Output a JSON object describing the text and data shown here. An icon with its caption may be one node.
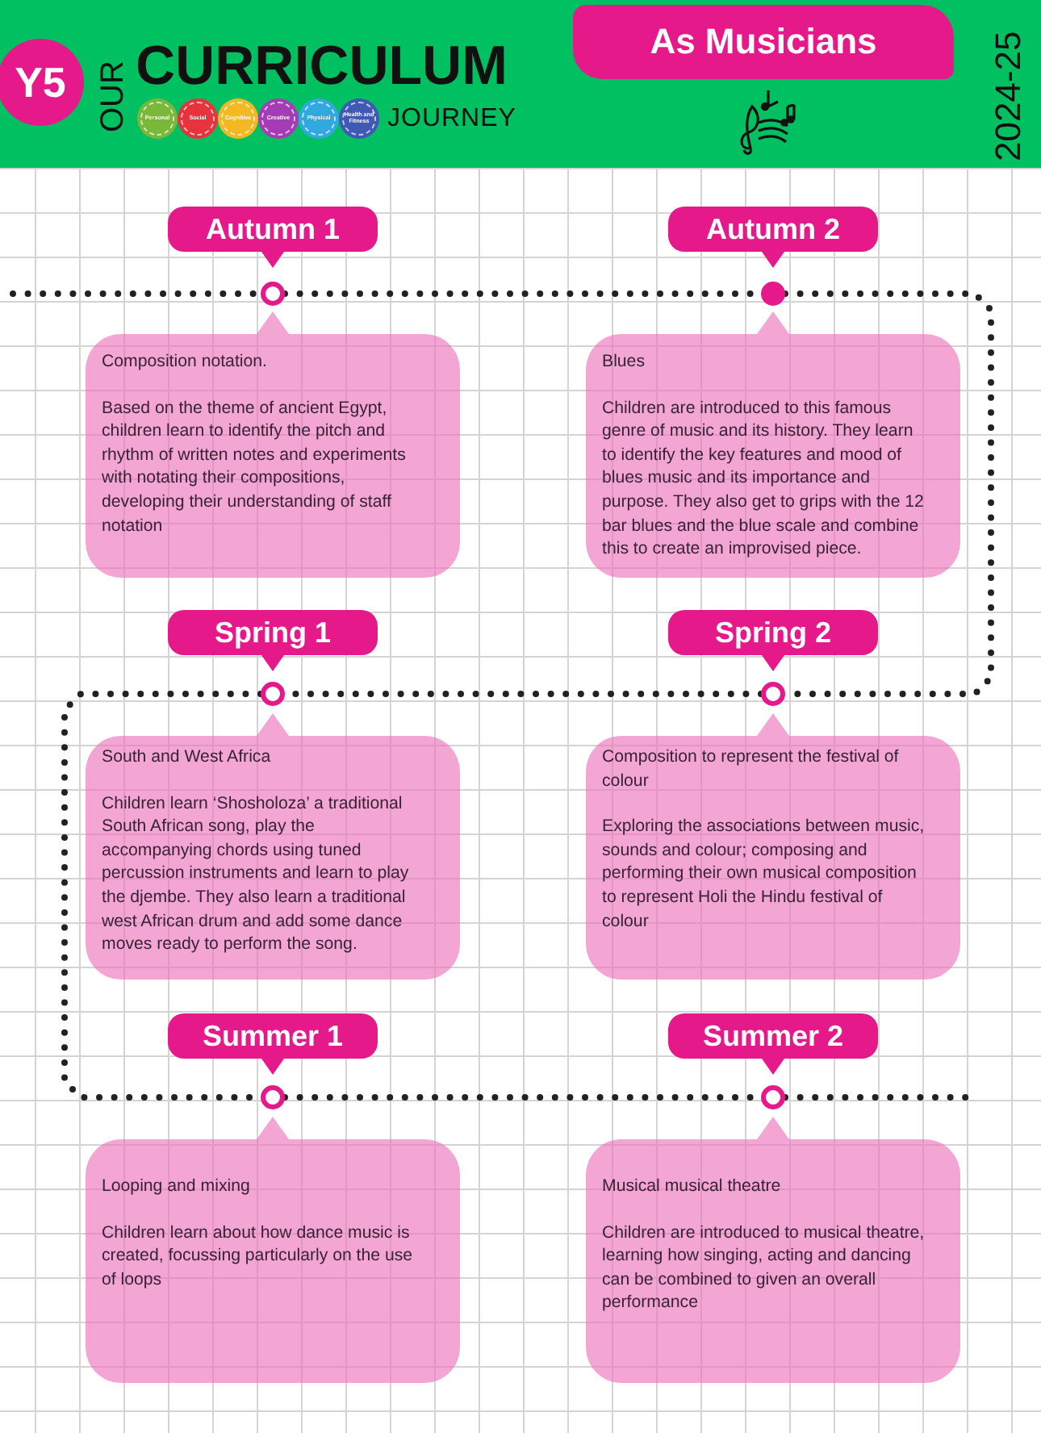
{
  "diagram": {
    "nodes": [
      {
        "text": [
          "Y5"
        ]
      },
      {
        "text": [
          "Personal"
        ]
      },
      {
        "text": [
          "Social"
        ]
      },
      {
        "text": [
          "Cognitive"
        ]
      },
      {
        "text": [
          "Creative"
        ]
      },
      {
        "text": [
          "Physical"
        ]
      },
      {
        "text": [
          "Health and Fitness"
        ]
      },
      {
        "text": [
          "As Musicians"
        ]
      },
      {
        "text": [
          "Autumn 1"
        ]
      },
      {
        "text": [
          "Autumn 2"
        ]
      },
      {
        "text": [],
        "shape": "circle"
      },
      {
        "text": [],
        "shape": "circle"
      },
      {
        "text": [
          "Composition notation.",
          "Based on the theme of ancient Egypt, children learn to identify the pitch and rhythm of written notes and experiments with notating their compositions, developing their understanding of staff notation"
        ]
      },
      {
        "text": [
          "Blues",
          "Children are introduced to this famous genre of music and its history. They learn to identify the key features and mood of blues music and its importance and purpose. They also get to grips with the 12 bar blues and the blue scale and combine this to create an improvised piece."
        ]
      },
      {
        "text": [
          "Spring 1"
        ]
      },
      {
        "text": [
          "Spring 2"
        ]
      },
      {
        "text": [],
        "shape": "circle"
      },
      {
        "text": [],
        "shape": "circle"
      },
      {
        "text": [
          "South and West Africa",
          "Children learn ‘Shosholoza’ a traditional South African song, play the accompanying chords using tuned percussion instruments and learn to play the djembe. They also learn a traditional west African drum and add some dance moves ready to perform the song."
        ]
      },
      {
        "text": [
          "Composition to represent the festival of colour",
          "Exploring the associations between music, sounds and colour; composing and performing their own musical composition to represent Holi the Hindu festival of colour"
        ]
      },
      {
        "text": [
          "Summer 1"
        ]
      },
      {
        "text": [
          "Summer 2"
        ]
      },
      {
        "text": [],
        "shape": "circle"
      },
      {
        "text": [],
        "shape": "circle"
      },
      {
        "text": [
          "Looping and mixing",
          "Children learn about how dance music is created, focussing particularly on the use of loops"
        ]
      },
      {
        "text": [
          "Musical musical theatre",
          "Children are introduced to musical theatre, learning how singing, acting and dancing can be combined to given an overall performance"
        ]
      }
    ],
    "edges": [
      {
        "from": null,
        "to": 10,
        "arrow": "none",
        "style": "dashed"
      },
      {
        "from": 10,
        "to": 11,
        "arrow": "none",
        "style": "dashed"
      },
      {
        "from": 11,
        "to": 17,
        "arrow": "none",
        "style": "dashed"
      },
      {
        "from": 17,
        "to": 16,
        "arrow": "none",
        "style": "dashed"
      },
      {
        "from": 16,
        "to": 22,
        "arrow": "none",
        "style": "dashed"
      },
      {
        "from": 22,
        "to": 23,
        "arrow": "none",
        "style": "dashed"
      },
      {
        "from": 23,
        "to": null,
        "arrow": "none",
        "style": "dashed"
      }
    ],
    "labels": [
      "OUR",
      "CURRICULUM",
      "JOURNEY",
      "2024-25"
    ]
  }
}
